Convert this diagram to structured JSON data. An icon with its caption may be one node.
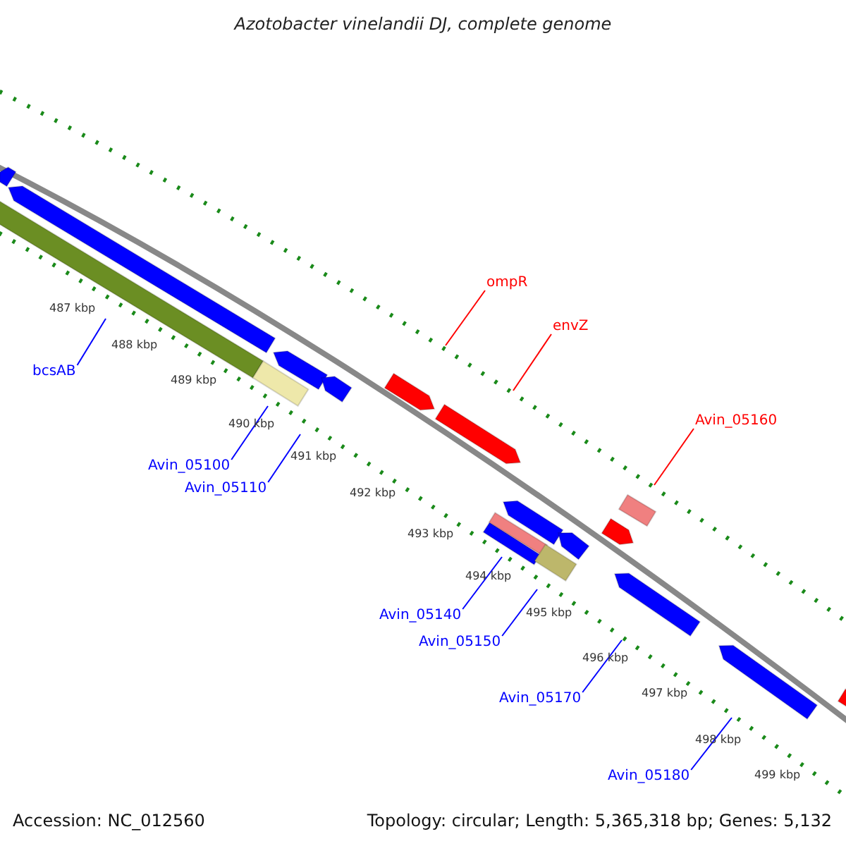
{
  "diagram": {
    "title": "Azotobacter vinelandii DJ, complete genome",
    "nodes": [
      {
        "text": [
          "ompR"
        ]
      },
      {
        "text": [
          "envZ"
        ]
      },
      {
        "text": [
          "bcsAB"
        ]
      },
      {
        "text": [
          "Avin_05160"
        ]
      },
      {
        "text": [
          "Avin_05100"
        ]
      },
      {
        "text": [
          "Avin_05110"
        ]
      },
      {
        "text": [
          "Avin_05140"
        ]
      },
      {
        "text": [
          "Avin_05150"
        ]
      },
      {
        "text": [
          "Avin_05170"
        ]
      },
      {
        "text": [
          "Avin_05180"
        ]
      }
    ],
    "edges": [
      {
        "from": 0,
        "to": null,
        "arrow": "none",
        "color": "#ff0000"
      },
      {
        "from": 1,
        "to": null,
        "arrow": "none",
        "color": "#ff0000"
      },
      {
        "from": 2,
        "to": null,
        "arrow": "none"
      },
      {
        "from": 3,
        "to": null,
        "arrow": "none",
        "color": "#ff0000"
      },
      {
        "from": 4,
        "to": null,
        "arrow": "none"
      },
      {
        "from": 5,
        "to": null,
        "arrow": "none"
      },
      {
        "from": 6,
        "to": null,
        "arrow": "none"
      },
      {
        "from": 7,
        "to": null,
        "arrow": "none"
      },
      {
        "from": 8,
        "to": null,
        "arrow": "none"
      },
      {
        "from": 9,
        "to": null,
        "arrow": "none"
      }
    ],
    "labels": [
      "487 kbp",
      "488 kbp",
      "489 kbp",
      "490 kbp",
      "491 kbp",
      "492 kbp",
      "493 kbp",
      "494 kbp",
      "495 kbp",
      "496 kbp",
      "497 kbp",
      "498 kbp",
      "499 kbp",
      "Accession: NC_012560",
      "Topology: circular; Length: 5,365,318 bp; Genes: 5,132"
    ]
  }
}
